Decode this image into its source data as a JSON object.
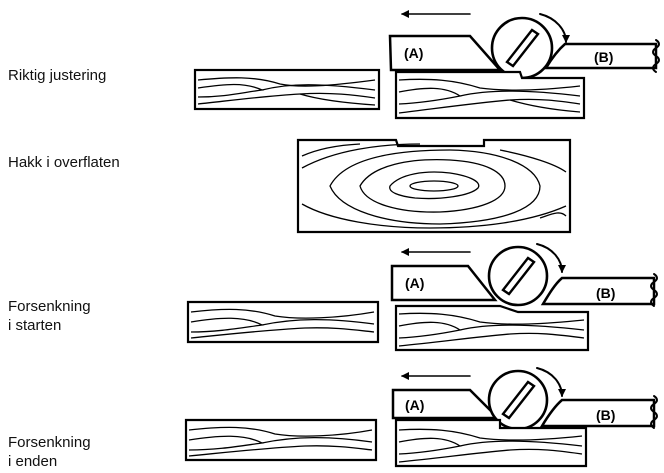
{
  "rows": [
    {
      "label_lines": [
        "Riktig justering"
      ]
    },
    {
      "label_lines": [
        "Hakk i overflaten"
      ]
    },
    {
      "label_lines": [
        "Forsenkning",
        "i starten"
      ]
    },
    {
      "label_lines": [
        "Forsenkning",
        "i enden"
      ]
    }
  ],
  "table_labels": {
    "infeed": "(A)",
    "outfeed": "(B)"
  },
  "colors": {
    "ink": "#000000",
    "paper": "#ffffff"
  }
}
